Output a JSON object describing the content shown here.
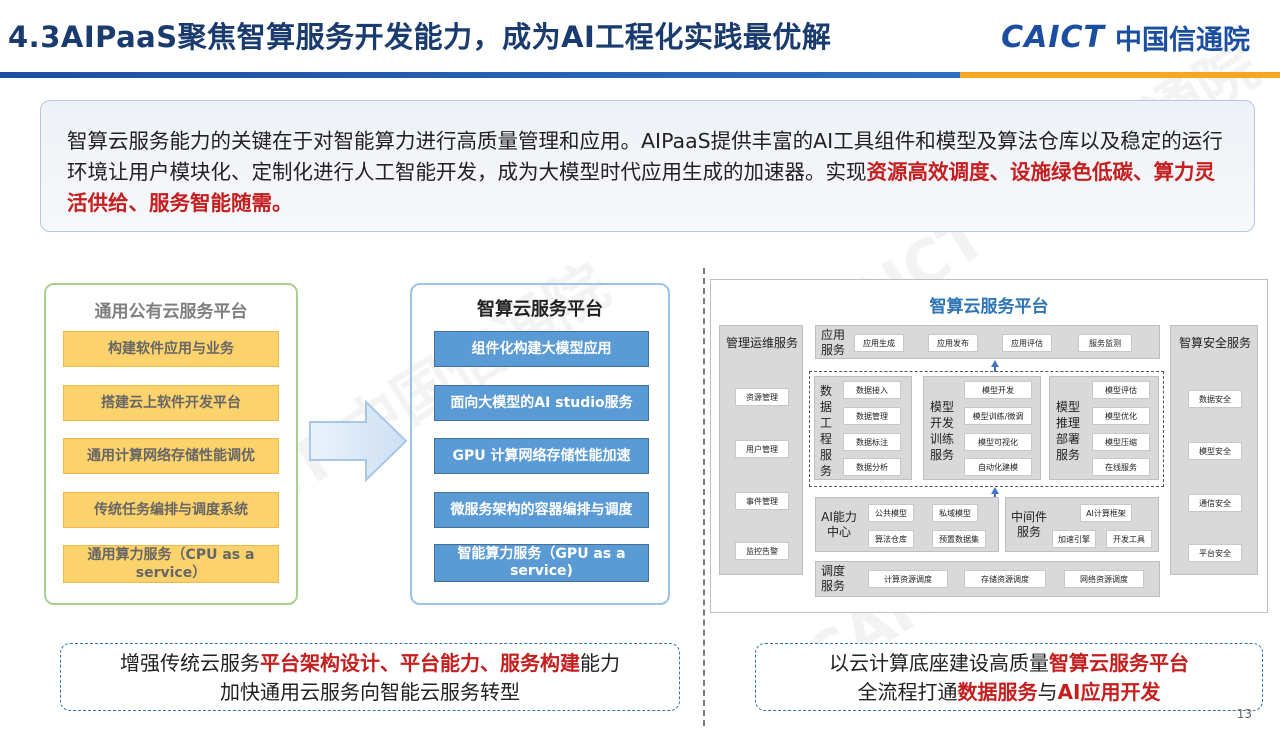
{
  "header": {
    "title": "4.3AIPaaS聚焦智算服务开发能力，成为AI工程化实践最优解",
    "logo_en": "CAICT",
    "logo_cn": "中国信通院"
  },
  "intro": {
    "text": "智算云服务能力的关键在于对智能算力进行高质量管理和应用。AIPaaS提供丰富的AI工具组件和模型及算法仓库以及稳定的运行环境让用户模块化、定制化进行人工智能开发，成为大模型时代应用生成的加速器。实现",
    "highlight": "资源高效调度、设施绿色低碳、算力灵活供给、服务智能随需。"
  },
  "general_cloud": {
    "title": "通用公有云服务平台",
    "items": [
      "构建软件应用与业务",
      "搭建云上软件开发平台",
      "通用计算网络存储性能调优",
      "传统任务编排与调度系统",
      "通用算力服务（CPU as a service）"
    ]
  },
  "smart_cloud": {
    "title": "智算云服务平台",
    "items": [
      "组件化构建大模型应用",
      "面向大模型的AI studio服务",
      "GPU 计算网络存储性能加速",
      "微服务架构的容器编排与调度",
      "智能算力服务（GPU as a service)"
    ]
  },
  "diagram": {
    "title": "智算云服务平台",
    "mgmt": {
      "title": "管理运维服务",
      "items": [
        "资源管理",
        "用户管理",
        "事件管理",
        "监控告警"
      ]
    },
    "security": {
      "title": "智算安全服务",
      "items": [
        "数据安全",
        "模型安全",
        "通信安全",
        "平台安全"
      ]
    },
    "app": {
      "title": "应用服务",
      "items": [
        "应用生成",
        "应用发布",
        "应用评估",
        "服务监测"
      ]
    },
    "data": {
      "title": "数据工程服务",
      "items": [
        "数据接入",
        "数据管理",
        "数据标注",
        "数据分析"
      ]
    },
    "train": {
      "title": "模型开发训练服务",
      "items": [
        "模型开发",
        "模型训练/微调",
        "模型可视化",
        "自动化建模"
      ]
    },
    "infer": {
      "title": "模型推理部署服务",
      "items": [
        "模型评估",
        "模型优化",
        "模型压缩",
        "在线服务"
      ]
    },
    "ai": {
      "title": "AI能力中心",
      "items": [
        "公共模型",
        "私域模型",
        "算法仓库",
        "预置数据集"
      ]
    },
    "middleware": {
      "title": "中间件服务",
      "items": [
        "AI计算框架",
        "加速引擎",
        "开发工具"
      ]
    },
    "sched": {
      "title": "调度服务",
      "items": [
        "计算资源调度",
        "存储资源调度",
        "网络资源调度"
      ]
    }
  },
  "callout_left": {
    "pre": "增强传统云服务",
    "hl": "平台架构设计、平台能力、服务构建",
    "post": "能力",
    "line2": "加快通用云服务向智能云服务转型"
  },
  "callout_right": {
    "pre": "以云计算底座建设高质量",
    "hl": "智算云服务平台",
    "line2_pre": "全流程打通",
    "hl2": "数据服务",
    "mid": "与",
    "hl3": "AI应用开发"
  },
  "page_number": "13",
  "watermark": "CAICT 中国信通院"
}
